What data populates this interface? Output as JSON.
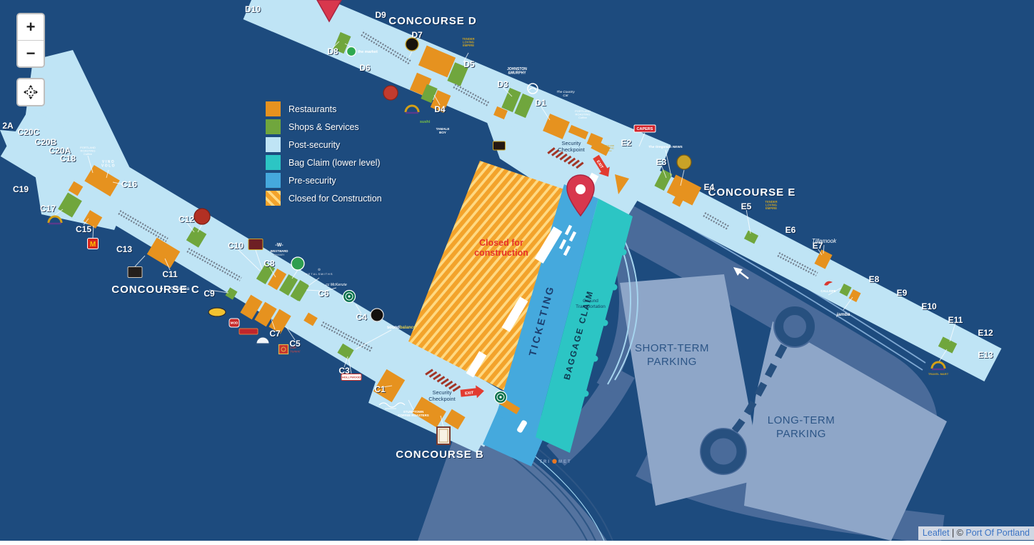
{
  "colors": {
    "background": "#1d4b7e",
    "restaurants": "#e6921f",
    "shops": "#70a63d",
    "post_security": "#bfe4f5",
    "bag_claim": "#2cc5c4",
    "pre_security": "#45a9dd",
    "construction_orange": "#f3a32b",
    "construction_yellow": "#ffd982",
    "road": "#4a6b9a",
    "road_dark": "#27507f",
    "ground": "#54739f",
    "parking": "#8ea6c8",
    "marker": "#d8374d",
    "navy_text": "#16395f",
    "red_text": "#e63128"
  },
  "controls": {
    "zoom_in_label": "+",
    "zoom_out_label": "−"
  },
  "legend": {
    "items": [
      {
        "label": "Restaurants",
        "swatch": "restaurants"
      },
      {
        "label": "Shops & Services",
        "swatch": "shops"
      },
      {
        "label": "Post-security",
        "swatch": "post_security"
      },
      {
        "label": "Bag Claim (lower level)",
        "swatch": "bag_claim"
      },
      {
        "label": "Pre-security",
        "swatch": "pre_security"
      },
      {
        "label": "Closed for Construction",
        "swatch": "construction"
      }
    ]
  },
  "concourses": {
    "b": "CONCOURSE B",
    "c": "CONCOURSE C",
    "d": "CONCOURSE D",
    "e": "CONCOURSE E"
  },
  "gates": {
    "c": [
      "2A",
      "C20C",
      "C20B",
      "C20A",
      "C18",
      "C19",
      "C17",
      "C16",
      "C15",
      "C13",
      "C12",
      "C11",
      "C10",
      "C9",
      "C8",
      "C7",
      "C6",
      "C5",
      "C4",
      "C3",
      "C1"
    ],
    "d": [
      "D10",
      "D9",
      "D8",
      "D7",
      "D6",
      "D5",
      "D4",
      "D3",
      "D1"
    ],
    "e": [
      "E2",
      "E3",
      "E4",
      "E5",
      "E6",
      "E7",
      "E8",
      "E9",
      "E10",
      "E11",
      "E12",
      "E13"
    ]
  },
  "labels": {
    "ticketing": "TICKETING",
    "baggage_claim": "BAGGAGE CLAIM",
    "closed_line1": "Closed for",
    "closed_line2": "construction",
    "security_line1": "Security",
    "security_line2": "Checkpoint",
    "ground_line1": "Ground",
    "ground_line2": "Transportation",
    "short_term_line1": "SHORT-TERM",
    "short_term_line2": "PARKING",
    "long_term_line1": "LONG-TERM",
    "long_term_line2": "PARKING",
    "exit": "EXIT",
    "trimet_left": "TRI",
    "trimet_right": "MET"
  },
  "logos": [
    {
      "id": "the-market-d",
      "label": "the market"
    },
    {
      "id": "capers-cafe-d",
      "label": ""
    },
    {
      "id": "tender-loving-empire-d",
      "label": "TENDER LOVING EMPIRE"
    },
    {
      "id": "johnston-murphy",
      "label": "JOHNSTON &MURPHY"
    },
    {
      "id": "timberline-d",
      "label": ""
    },
    {
      "id": "country-cat-d",
      "label": "The Country Cat"
    },
    {
      "id": "portland-roasting-d",
      "label": "PORTLAND ROASTING Coffee"
    },
    {
      "id": "capers-market-e",
      "label": "CAPERS"
    },
    {
      "id": "pizzeria-d",
      "label": ""
    },
    {
      "id": "brewpub-d",
      "label": ""
    },
    {
      "id": "sushi-d",
      "label": "sushi"
    },
    {
      "id": "tamale-boy-d",
      "label": "TAMALE BOY"
    },
    {
      "id": "coffee-kiosk-d",
      "label": ""
    },
    {
      "id": "portland-roasting-terminal",
      "label": "PORTLAND ROASTING Coffee"
    },
    {
      "id": "oregonian-news-e",
      "label": "The Oregonian NEWS"
    },
    {
      "id": "capers-cafe-e",
      "label": ""
    },
    {
      "id": "tender-loving-empire-e",
      "label": "TENDER LOVING EMPIRE"
    },
    {
      "id": "tillamook-e",
      "label": "Tillamook"
    },
    {
      "id": "calliope-e",
      "label": "CALLIOPE"
    },
    {
      "id": "jamba-e",
      "label": "jamba"
    },
    {
      "id": "travel-mart-e",
      "label": "TRAVEL MART"
    },
    {
      "id": "portland-roasting-c",
      "label": "PORTLAND ROASTING Coffee"
    },
    {
      "id": "vino-volo-c",
      "label": "VINO VOLO"
    },
    {
      "id": "gift-shop-c",
      "label": ""
    },
    {
      "id": "mcdonalds-c",
      "label": "M"
    },
    {
      "id": "henrys-tavern-c",
      "label": ""
    },
    {
      "id": "pizzeria-c12",
      "label": ""
    },
    {
      "id": "cigar-sign-c8",
      "label": ""
    },
    {
      "id": "westward-whiskey-c",
      "label": "-W- WESTWARD WHISKEY"
    },
    {
      "id": "juice-bar-c8",
      "label": ""
    },
    {
      "id": "metalsmiths-c",
      "label": "METALSMITHS"
    },
    {
      "id": "cc-mckenzie-c",
      "label": "cc McKenzie"
    },
    {
      "id": "columbia-c",
      "label": "Columbia"
    },
    {
      "id": "bambuza-c",
      "label": ""
    },
    {
      "id": "mod-pizza-c",
      "label": "MOD"
    },
    {
      "id": "snack-sign-c7",
      "label": ""
    },
    {
      "id": "deli-dome-c7",
      "label": ""
    },
    {
      "id": "cafe-yumm-c",
      "label": "café Yumm!"
    },
    {
      "id": "starbucks-c",
      "label": ""
    },
    {
      "id": "coffee-circle-c4",
      "label": ""
    },
    {
      "id": "soundbalance-c",
      "label": "sound balance"
    },
    {
      "id": "hollywood-theatre-b",
      "label": "HOLLYWOOD"
    },
    {
      "id": "script-sign-b",
      "label": ""
    },
    {
      "id": "stumptown-b",
      "label": "STUMPTOWN COFFEE ROASTERS"
    },
    {
      "id": "country-cat-b",
      "label": ""
    },
    {
      "id": "starbucks-b",
      "label": ""
    }
  ],
  "attribution": {
    "leaflet": "Leaflet",
    "divider": "|",
    "copyright": "©",
    "owner": "Port Of Portland"
  }
}
